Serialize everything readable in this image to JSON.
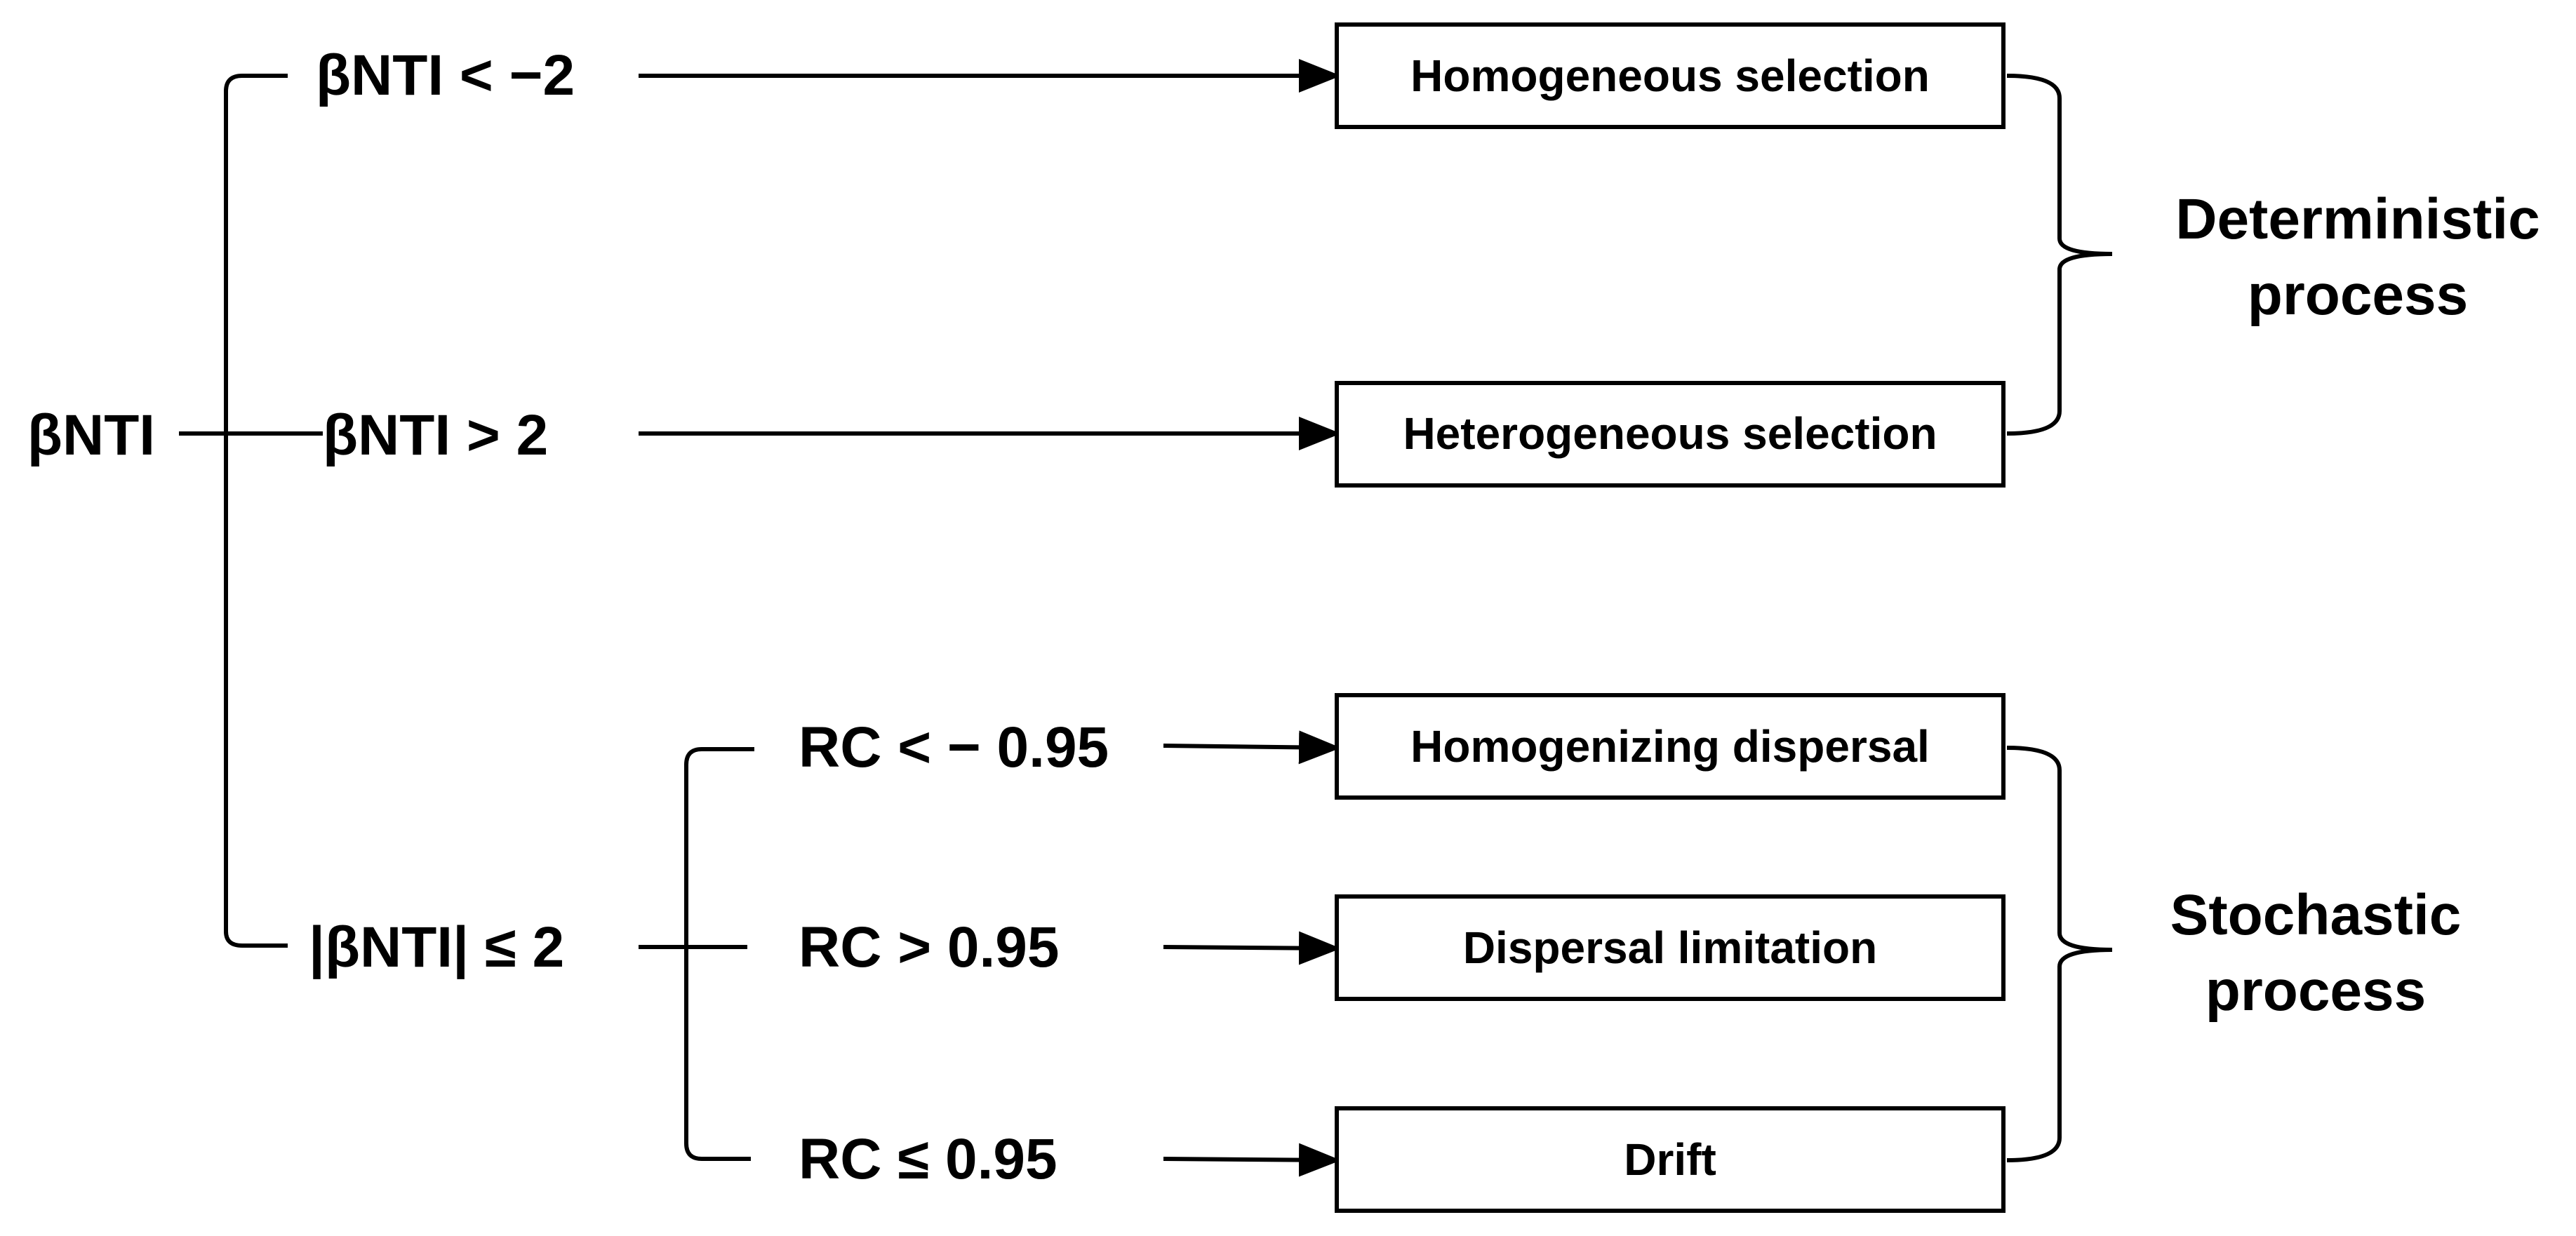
{
  "root": {
    "label": "βNTI"
  },
  "branches": {
    "b1": "βNTI < −2",
    "b2": "βNTI > 2",
    "b3": "|βNTI| ≤ 2"
  },
  "rc": {
    "r1": "RC < − 0.95",
    "r2": "RC > 0.95",
    "r3": "RC ≤ 0.95"
  },
  "boxes": {
    "homogeneous_selection": "Homogeneous selection",
    "heterogeneous_selection": "Heterogeneous selection",
    "homogenizing_dispersal": "Homogenizing dispersal",
    "dispersal_limitation": "Dispersal limitation",
    "drift": "Drift"
  },
  "processes": {
    "deterministic_line1": "Deterministic",
    "deterministic_line2": "process",
    "stochastic_line1": "Stochastic",
    "stochastic_line2": "process"
  }
}
